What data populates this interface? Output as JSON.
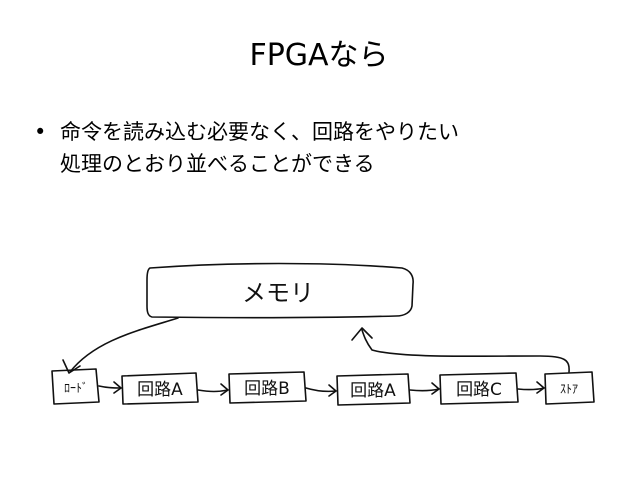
{
  "slide": {
    "title": "FPGAなら",
    "bullet_symbol": "•",
    "bullet_lines": [
      "命令を読み込む必要なく、回路をやりたい",
      "処理のとおり並べることができる"
    ]
  },
  "diagram": {
    "memory_label": "メモリ",
    "blocks": [
      "ﾛｰﾄﾞ",
      "回路A",
      "回路B",
      "回路A",
      "回路C",
      "ｽﾄｱ"
    ]
  }
}
